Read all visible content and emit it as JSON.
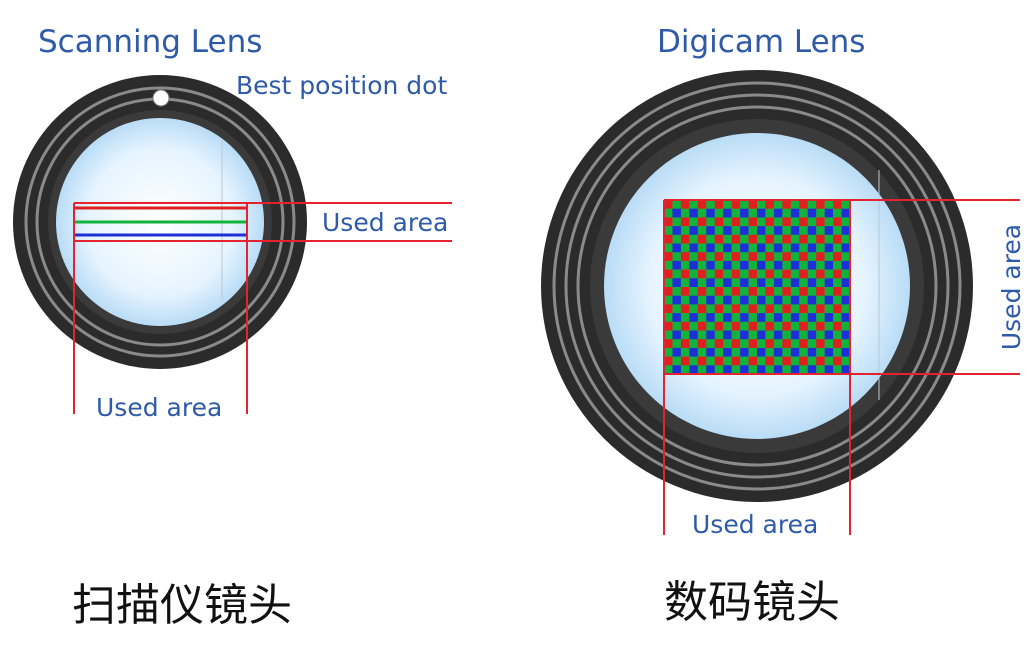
{
  "colors": {
    "label_blue": "#2e5aa8",
    "guide_red": "#e5232f",
    "ring_dark": "#2b2b2b",
    "ring_gray": "#7a7a7a",
    "glass_light": "#dcefff",
    "sensor_red": "#e02020",
    "sensor_green": "#11b33a",
    "sensor_blue": "#1e2fd6"
  },
  "scanning": {
    "title": "Scanning Lens",
    "best_position_label": "Best position dot",
    "used_area_side_label": "Used area",
    "used_area_bottom_label": "Used area",
    "caption": "扫描仪镜头"
  },
  "digicam": {
    "title": "Digicam Lens",
    "used_area_side_label": "Used area",
    "used_area_bottom_label": "Used area",
    "caption": "数码镜头",
    "sensor_pattern": "RGGB Bayer mosaic"
  }
}
